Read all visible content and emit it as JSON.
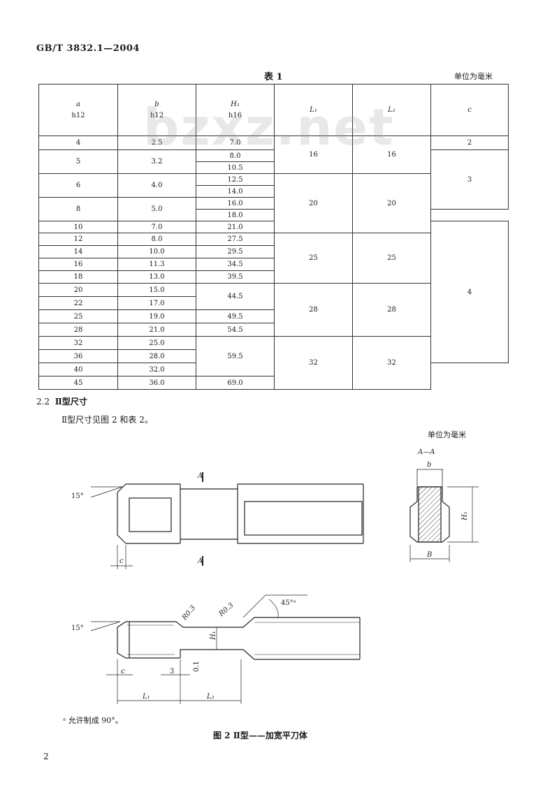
{
  "header": {
    "standard": "GB/T 3832.1—2004"
  },
  "table": {
    "title": "表 1",
    "unit": "单位为毫米",
    "headers": {
      "a": {
        "sym": "a",
        "tol": "h12"
      },
      "b": {
        "sym": "b",
        "tol": "h12"
      },
      "h1": {
        "sym": "H₁",
        "tol": "h16"
      },
      "l1": "L₁",
      "l2": "L₂",
      "c": "c"
    },
    "a_values": [
      "4",
      "5",
      "6",
      "8",
      "10",
      "12",
      "14",
      "16",
      "18",
      "20",
      "22",
      "25",
      "28",
      "32",
      "36",
      "40",
      "45"
    ],
    "b_values": [
      "2.5",
      "3.2",
      "4.0",
      "5.0",
      "7.0",
      "8.0",
      "10.0",
      "11.3",
      "13.0",
      "15.0",
      "17.0",
      "19.0",
      "21.0",
      "25.0",
      "28.0",
      "32.0",
      "36.0"
    ],
    "h1_values": [
      "7.0",
      "8.0",
      "10.5",
      "12.5",
      "14.0",
      "16.0",
      "18.0",
      "21.0",
      "27.5",
      "29.5",
      "34.5",
      "39.5",
      "44.5",
      "49.5",
      "54.5",
      "59.5",
      "69.0"
    ],
    "l1_values": [
      "16",
      "20",
      "25",
      "28",
      "32"
    ],
    "l2_values": [
      "16",
      "20",
      "25",
      "28",
      "32"
    ],
    "c_values": [
      "2",
      "3",
      "4"
    ]
  },
  "watermark": "bzxz.net",
  "section": {
    "number": "2.2",
    "title": "Ⅱ型尺寸"
  },
  "paragraph": "Ⅱ型尺寸见图 2 和表 2。",
  "figure": {
    "unit": "单位为毫米",
    "section_label": "A—A",
    "angle_15": "15°",
    "angle_45": "45°ᵃ",
    "label_a": "A",
    "label_c": "c",
    "label_b": "b",
    "label_B": "B",
    "label_H1": "H₁",
    "label_R3": "R0.3",
    "label_R3b": "R0.3",
    "label_3": "3",
    "label_01": "0.1",
    "label_L1": "L₁",
    "label_L2": "L₂",
    "footnote": "ᵃ  允许制成 90°。",
    "caption": "图 2  Ⅱ型——加宽平刀体"
  },
  "page_number": "2"
}
